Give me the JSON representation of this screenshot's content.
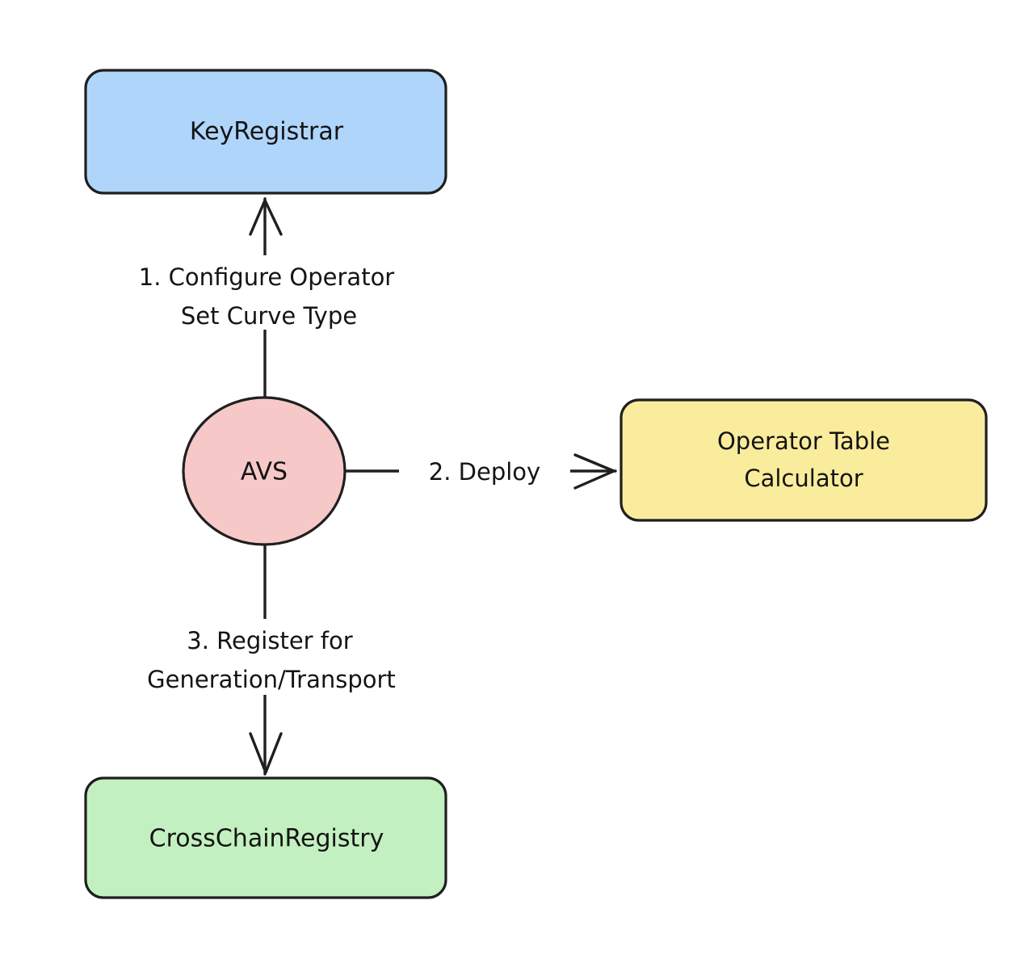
{
  "diagram": {
    "type": "flowchart",
    "direction": "top-down",
    "background": "#ffffff",
    "stroke_color": "#1f1f1f",
    "text_color": "#141414",
    "nodes": [
      {
        "id": "key-registrar",
        "label": "KeyRegistrar",
        "shape": "rounded-rectangle",
        "fill": "#B0D5FB",
        "border": "#1f1f1f"
      },
      {
        "id": "avs",
        "label": "AVS",
        "shape": "circle",
        "fill": "#F7C8C8",
        "border": "#1f1f1f"
      },
      {
        "id": "operator-table-calculator",
        "label": "Operator Table Calculator",
        "label_lines": [
          "Operator Table",
          "Calculator"
        ],
        "shape": "rounded-rectangle",
        "fill": "#FAEC9D",
        "border": "#1f1f1f"
      },
      {
        "id": "cross-chain-registry",
        "label": "CrossChainRegistry",
        "shape": "rounded-rectangle",
        "fill": "#C3F0C0",
        "border": "#1f1f1f"
      }
    ],
    "edges": [
      {
        "id": "edge-avs-to-key-registrar",
        "from": "avs",
        "to": "key-registrar",
        "label": "1. Configure Operator Set Curve Type",
        "label_lines": [
          "1. Configure Operator",
          "Set Curve Type"
        ],
        "direction": "up",
        "arrowhead": "open"
      },
      {
        "id": "edge-avs-to-operator-table-calculator",
        "from": "avs",
        "to": "operator-table-calculator",
        "label": "2. Deploy",
        "label_lines": [
          "2. Deploy"
        ],
        "direction": "right",
        "arrowhead": "open"
      },
      {
        "id": "edge-avs-to-cross-chain-registry",
        "from": "avs",
        "to": "cross-chain-registry",
        "label": "3. Register for Generation/Transport",
        "label_lines": [
          "3. Register for",
          "Generation/Transport"
        ],
        "direction": "down",
        "arrowhead": "open"
      }
    ]
  }
}
